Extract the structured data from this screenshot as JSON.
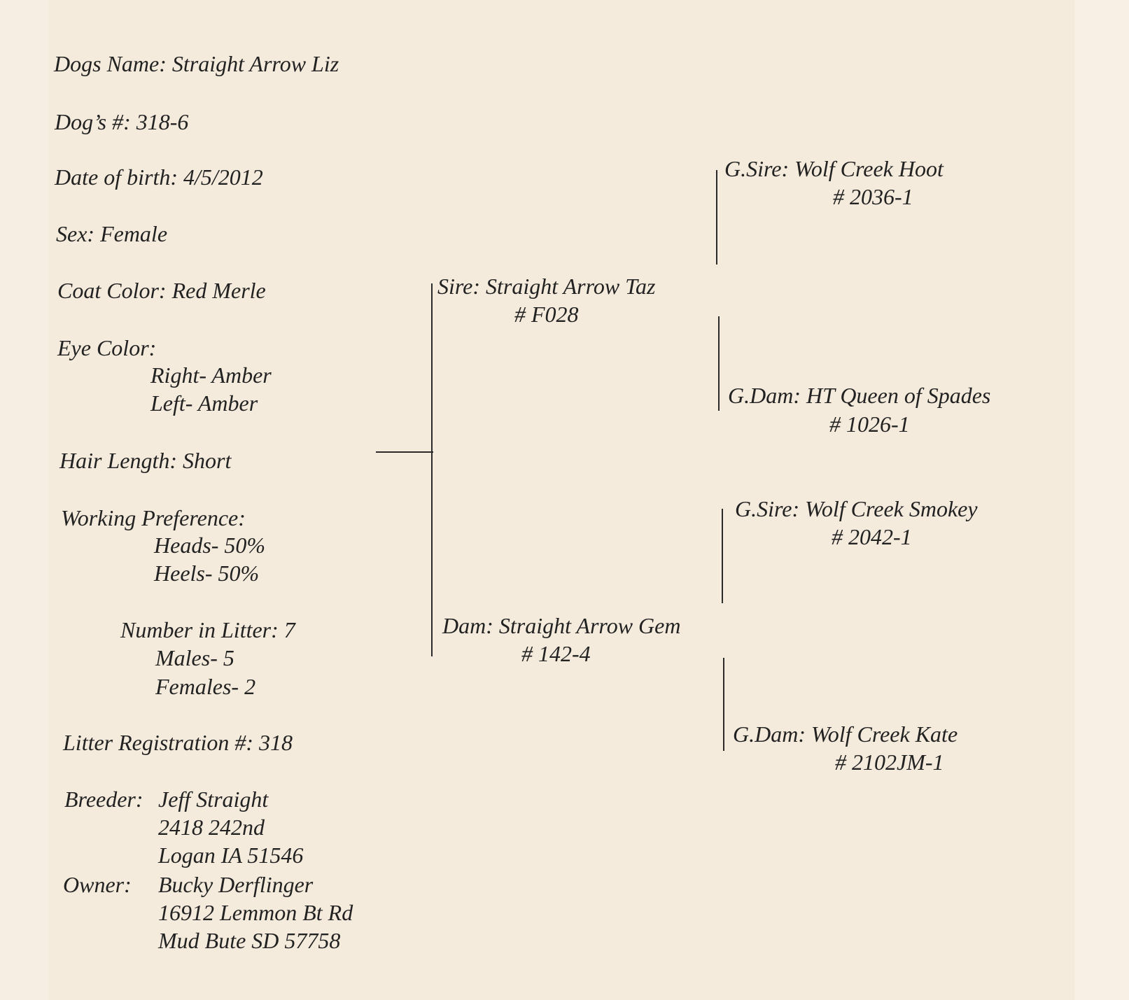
{
  "dog": {
    "name": "Dogs Name: Straight Arrow Liz",
    "number": "Dog’s #: 318-6",
    "dob": "Date of birth: 4/5/2012",
    "sex": "Sex: Female",
    "coat": "Coat Color: Red Merle",
    "eye_label": "Eye Color:",
    "eye_right": "Right- Amber",
    "eye_left": "Left- Amber",
    "hair": "Hair Length: Short",
    "working_label": "Working Preference:",
    "heads": "Heads- 50%",
    "heels": "Heels- 50%",
    "litter_label": "Number in Litter: 7",
    "males": "Males- 5",
    "females": "Females- 2",
    "litter_reg": "Litter Registration #: 318",
    "breeder_label": "Breeder:",
    "breeder_lines": [
      "Jeff Straight",
      "2418 242nd",
      "Logan IA  51546"
    ],
    "owner_label": "Owner:",
    "owner_lines": [
      "Bucky Derflinger",
      "16912 Lemmon Bt Rd",
      "Mud Bute SD  57758"
    ]
  },
  "pedigree": {
    "sire": {
      "name": "Sire: Straight Arrow Taz",
      "number": "# F028"
    },
    "dam": {
      "name": "Dam: Straight Arrow Gem",
      "number": "# 142-4"
    },
    "sire_gsire": {
      "name": "G.Sire: Wolf Creek Hoot",
      "number": "# 2036-1"
    },
    "sire_gdam": {
      "name": "G.Dam: HT Queen of Spades",
      "number": "# 1026-1"
    },
    "dam_gsire": {
      "name": "G.Sire: Wolf Creek Smokey",
      "number": "# 2042-1"
    },
    "dam_gdam": {
      "name": "G.Dam: Wolf Creek Kate",
      "number": "# 2102JM-1"
    }
  }
}
